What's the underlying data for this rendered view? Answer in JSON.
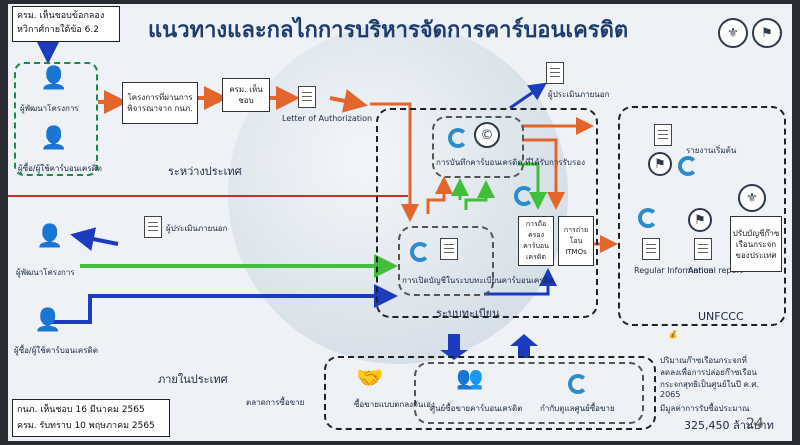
{
  "title": "แนวทางและกลไกการบริหารจัดการคาร์บอนเครดิต",
  "top_note": {
    "line1": "ครม. เห็นชอบข้อกลอง",
    "line2": "หวิกาศ์กายใต้ข้อ 6.2"
  },
  "intl": {
    "owner_label": "ผู้พัฒนาโครงการ",
    "buyer_label": "ผู้ซื้อ/ผู้ใช้คาร์บอนเครดิต",
    "project_box": "โครงการที่ผ่านการพิจารณาจาก กนภ.",
    "cabinet_box": "ครม. เห็นชอบ",
    "letter_label": "Letter of Authorization",
    "section_label": "ระหว่างประเทศ",
    "ext_assessor": "ผู้ประเมินภายนอก"
  },
  "registry": {
    "registration": "การบันทึกคาร์บอนเครดิต ที่ได้รับการรับรอง",
    "holding": "การถือครองคาร์บอนเครดิต",
    "transfer": "การถ่ายโอน ITMOs",
    "open_account": "การเปิดบัญชีในระบบทะเบียนคาร์บอนเครดิต",
    "label": "ระบบทะเบียน"
  },
  "domestic": {
    "owner_label": "ผู้พัฒนาโครงการ",
    "ext_assessor": "ผู้ประเมินภายนอก",
    "buyer_label": "ผู้ซื้อ/ผู้ใช้คาร์บอนเครดิต",
    "section_label": "ภายในประเทศ"
  },
  "unfccc": {
    "initial_report": "รายงานเริ่มต้น",
    "regular_info": "Regular Information",
    "annual_report": "Annual report",
    "adjust_box": "ปรับบัญชีก๊าซเรือนกระจกของประเทศ",
    "label": "UNFCCC"
  },
  "market": {
    "label": "ตลาดการซื้อขาย",
    "direct": "ซื้อขายแบบตกลงกันเอง",
    "center": "ศูนย์ซื้อขายคาร์บอนเครดิต",
    "other": "กำกับดูแลศูนย์ซื้อขาย"
  },
  "stats": {
    "line1": "ปริมาณก๊าซเรือนกระจกที่",
    "line2": "ลดลงเพื่อการปล่อยก๊าซเรือน",
    "line3": "กระจกสุทธิเป็นศูนย์ในปี ค.ศ.",
    "line4": "2065",
    "line5": "มีมูลค่าการรับซื้อประมาณ",
    "value": "325,450 ล้านบาท"
  },
  "bottom_note": {
    "line1": "กนภ. เห็นชอบ 16 มีนาคม 2565",
    "line2": "ครม. รับทราบ 10 พฤษภาคม 2565"
  },
  "page_number": "24"
}
